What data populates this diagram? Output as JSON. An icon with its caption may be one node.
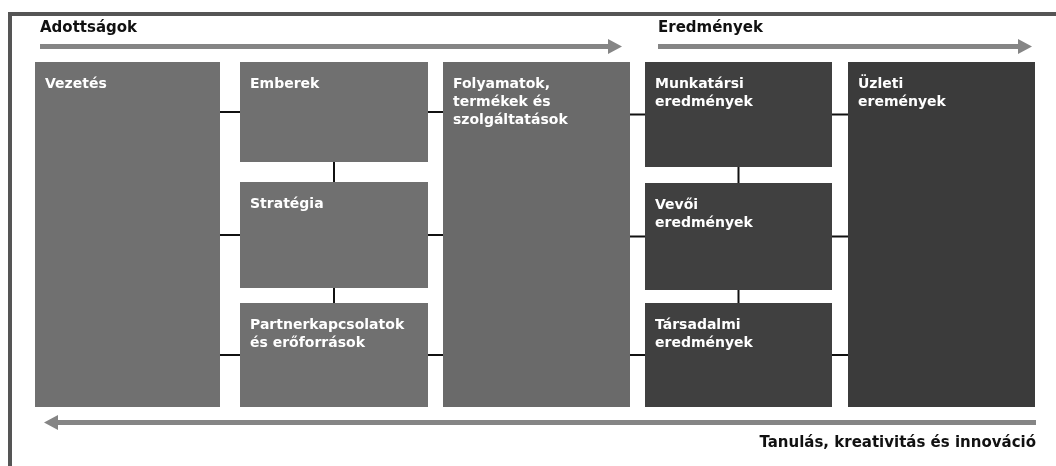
{
  "diagram": {
    "nodes": [
      {
        "text": [
          "Adottságok"
        ]
      },
      {
        "text": [
          "Eredmények"
        ]
      },
      {
        "text": [
          "Vezetés"
        ]
      },
      {
        "text": [
          "Emberek"
        ]
      },
      {
        "text": [
          "Stratégia"
        ]
      },
      {
        "text": [
          "Partnerkapcsolatok és erőforrások"
        ]
      },
      {
        "text": [
          "Folyamatok, termékek és szolgáltatások"
        ]
      },
      {
        "text": [
          "Munkatársi eredmények"
        ]
      },
      {
        "text": [
          "Vevői eredmények"
        ]
      },
      {
        "text": [
          "Társadalmi eredmények"
        ]
      },
      {
        "text": [
          "Üzleti eremények"
        ]
      },
      {
        "text": [
          "Tanulás, kreativitás és innováció"
        ]
      }
    ],
    "edges": [
      {
        "from": 2,
        "to": 3,
        "arrow": "none"
      },
      {
        "from": 2,
        "to": 4,
        "arrow": "none"
      },
      {
        "from": 2,
        "to": 5,
        "arrow": "none"
      },
      {
        "from": 3,
        "to": 4,
        "arrow": "none"
      },
      {
        "from": 4,
        "to": 5,
        "arrow": "none"
      },
      {
        "from": 3,
        "to": 6,
        "arrow": "none"
      },
      {
        "from": 4,
        "to": 6,
        "arrow": "none"
      },
      {
        "from": 5,
        "to": 6,
        "arrow": "none"
      },
      {
        "from": 6,
        "to": 7,
        "arrow": "none"
      },
      {
        "from": 6,
        "to": 8,
        "arrow": "none"
      },
      {
        "from": 6,
        "to": 9,
        "arrow": "none"
      },
      {
        "from": 7,
        "to": 8,
        "arrow": "none"
      },
      {
        "from": 8,
        "to": 9,
        "arrow": "none"
      },
      {
        "from": 7,
        "to": 10,
        "arrow": "none"
      },
      {
        "from": 8,
        "to": 10,
        "arrow": "none"
      },
      {
        "from": 9,
        "to": 10,
        "arrow": "none"
      }
    ]
  }
}
